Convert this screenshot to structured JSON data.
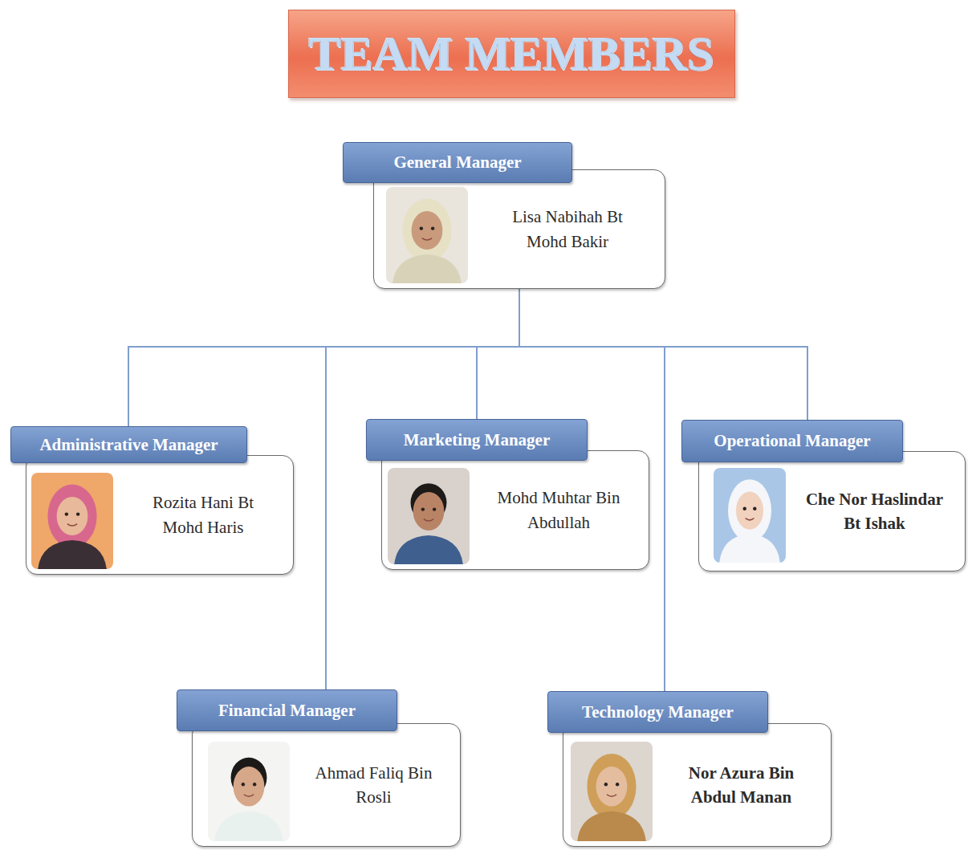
{
  "diagram": {
    "title": "TEAM MEMBERS",
    "nodes": [
      {
        "text": [
          "General Manager",
          "Lisa Nabihah Bt Mohd Bakir"
        ]
      },
      {
        "text": [
          "Administrative Manager",
          "Rozita Hani Bt Mohd Haris"
        ]
      },
      {
        "text": [
          "Marketing Manager",
          "Mohd Muhtar Bin Abdullah"
        ]
      },
      {
        "text": [
          "Operational Manager",
          "Che Nor Haslindar Bt Ishak"
        ]
      },
      {
        "text": [
          "Financial Manager",
          "Ahmad Faliq Bin Rosli"
        ]
      },
      {
        "text": [
          "Technology Manager",
          "Nor Azura Bin Abdul Manan"
        ]
      }
    ],
    "edges": [
      {
        "from": 0,
        "to": 1,
        "arrow": "none"
      },
      {
        "from": 0,
        "to": 2,
        "arrow": "none"
      },
      {
        "from": 0,
        "to": 3,
        "arrow": "none"
      },
      {
        "from": 0,
        "to": 4,
        "arrow": "none"
      },
      {
        "from": 0,
        "to": 5,
        "arrow": "none"
      }
    ]
  }
}
